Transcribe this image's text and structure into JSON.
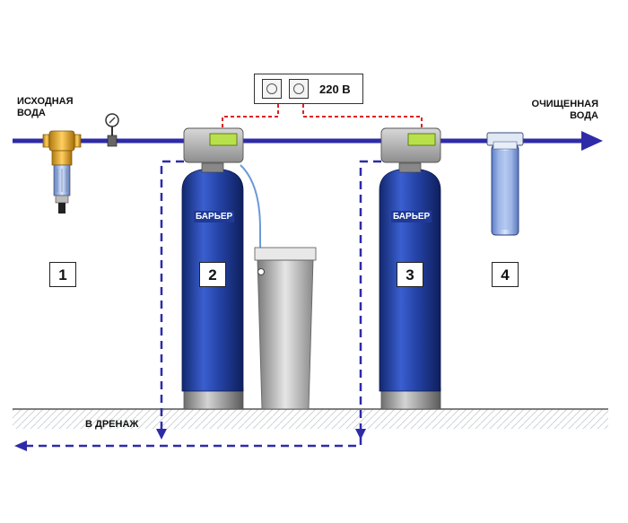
{
  "labels": {
    "source_water": [
      "ИСХОДНАЯ",
      "ВОДА"
    ],
    "purified_water": [
      "ОЧИЩЕННАЯ",
      "ВОДА"
    ],
    "drain": "В ДРЕНАЖ",
    "power": "220 В"
  },
  "brand": "БАРЬЕР",
  "units": [
    "1",
    "2",
    "3",
    "4"
  ],
  "colors": {
    "pipe": "#2e2ba8",
    "drain_line": "#2e2ba8",
    "electric_line": "#e02020",
    "tank_blue": "#1f3fa8",
    "tank_base": "#9a9a9a",
    "display_green": "#b8e04a",
    "prefilter_brass": "#f0b020"
  },
  "icons": [
    "arrow-right-icon",
    "arrow-left-icon",
    "arrow-down-icon",
    "pressure-gauge-icon",
    "power-socket-icon"
  ]
}
